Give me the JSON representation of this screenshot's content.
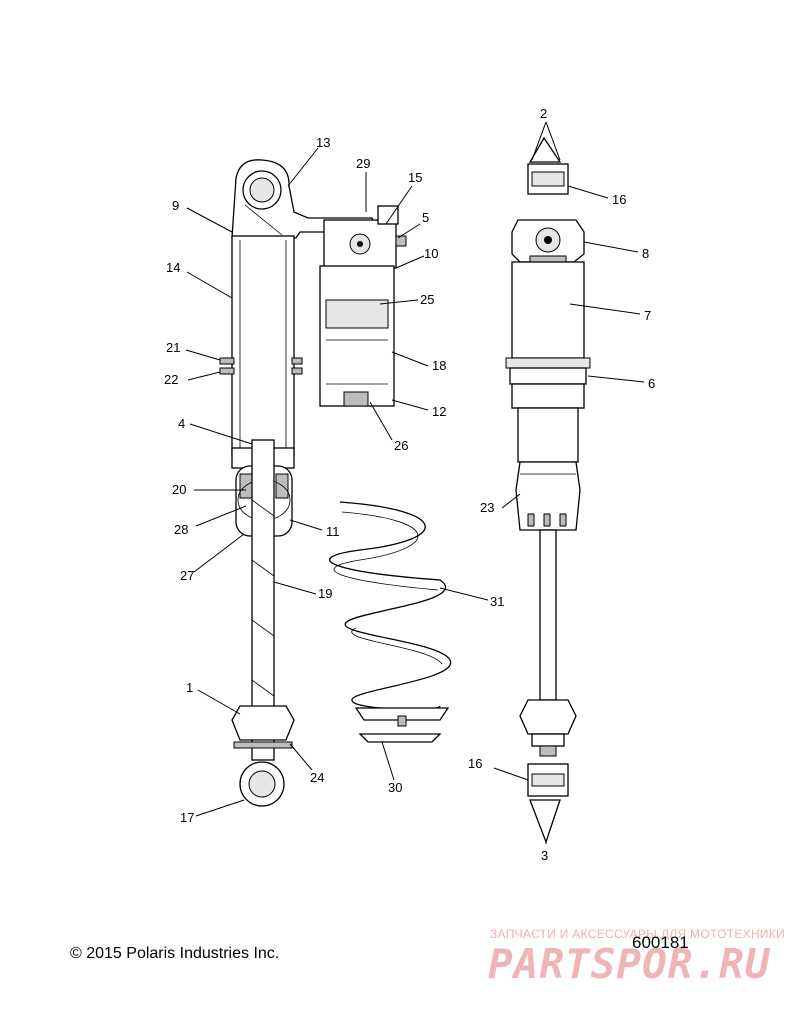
{
  "callouts": {
    "c1": "1",
    "c2": "2",
    "c3": "3",
    "c4": "4",
    "c5": "5",
    "c6": "6",
    "c7": "7",
    "c8": "8",
    "c9": "9",
    "c10": "10",
    "c11": "11",
    "c12": "12",
    "c13": "13",
    "c14": "14",
    "c15": "15",
    "c16a": "16",
    "c16b": "16",
    "c17": "17",
    "c18": "18",
    "c19": "19",
    "c20": "20",
    "c21": "21",
    "c22": "22",
    "c23": "23",
    "c24": "24",
    "c25": "25",
    "c26": "26",
    "c27": "27",
    "c28": "28",
    "c29": "29",
    "c30": "30",
    "c31": "31"
  },
  "footer": {
    "copyright": "© 2015 Polaris Industries Inc.",
    "diagram_number": "600181"
  },
  "watermark": {
    "tagline": "ЗАПЧАСТИ И АКСЕССУАРЫ ДЛЯ МОТОТЕХНИКИ",
    "logo": "PARTSPOR.RU"
  }
}
